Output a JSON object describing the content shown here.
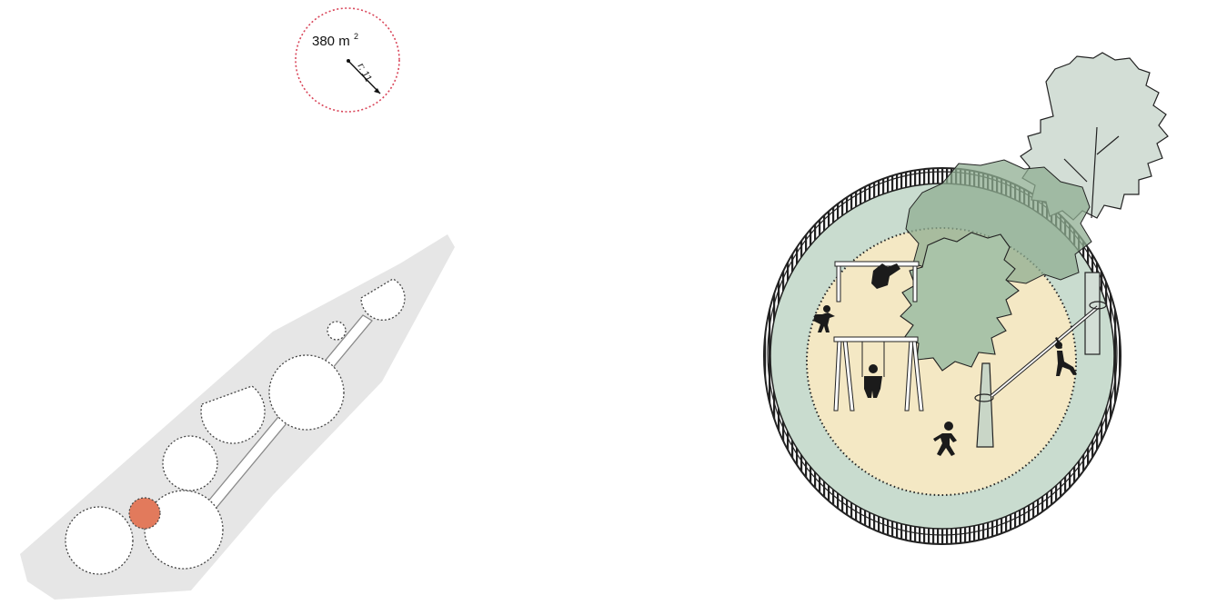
{
  "area_badge": {
    "area_value": "380 m",
    "area_unit_superscript": "2",
    "radius_label": "r: 11"
  },
  "colors": {
    "background": "#ffffff",
    "site_shadow": "#e6e6e6",
    "plot_outline": "#444444",
    "highlight_plot": "#e27a5c",
    "badge_outline": "#d9465a",
    "lawn_green": "#c9dccf",
    "sand": "#f4e8c4",
    "tree_green": "#a9c3a8",
    "tree_dark": "#8fae92",
    "fence_dark": "#222222",
    "silhouette": "#1b1b1b"
  },
  "icons": {
    "site_plan": "site-plan-diagram",
    "playground": "playground-illustration",
    "tree": "tree-icon",
    "swing": "swing-icon",
    "child": "child-silhouette-icon",
    "zipline": "zipline-icon"
  }
}
